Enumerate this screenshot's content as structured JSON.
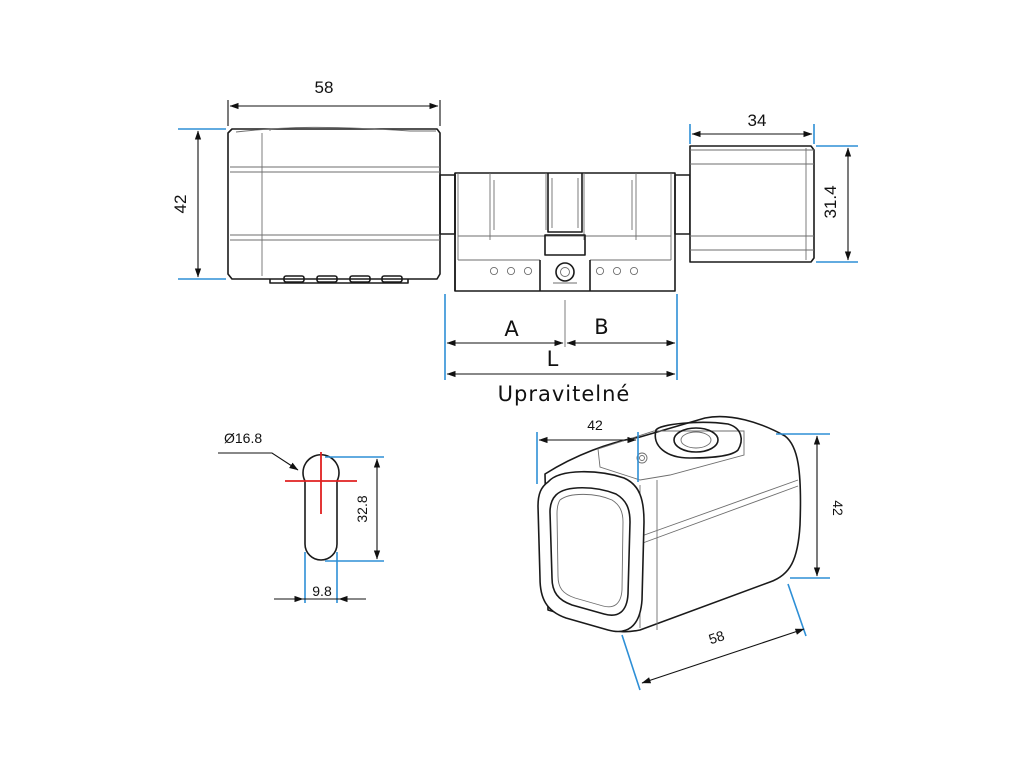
{
  "top_view": {
    "dim_knob_width": "58",
    "dim_knob_height": "42",
    "dim_thumb_width": "34",
    "dim_thumb_height": "31.4",
    "label_a": "A",
    "label_b": "B",
    "label_l": "L",
    "adjustable_note": "Upravitelné"
  },
  "profile_view": {
    "dim_diameter": "Ø16.8",
    "dim_height": "32.8",
    "dim_width": "9.8"
  },
  "iso_view": {
    "dim_top": "42",
    "dim_height": "42",
    "dim_length": "58"
  },
  "colors": {
    "extension_lines": "#2e8fd6",
    "centerline_cross": "#e02020",
    "outline": "#1a1a1a"
  }
}
